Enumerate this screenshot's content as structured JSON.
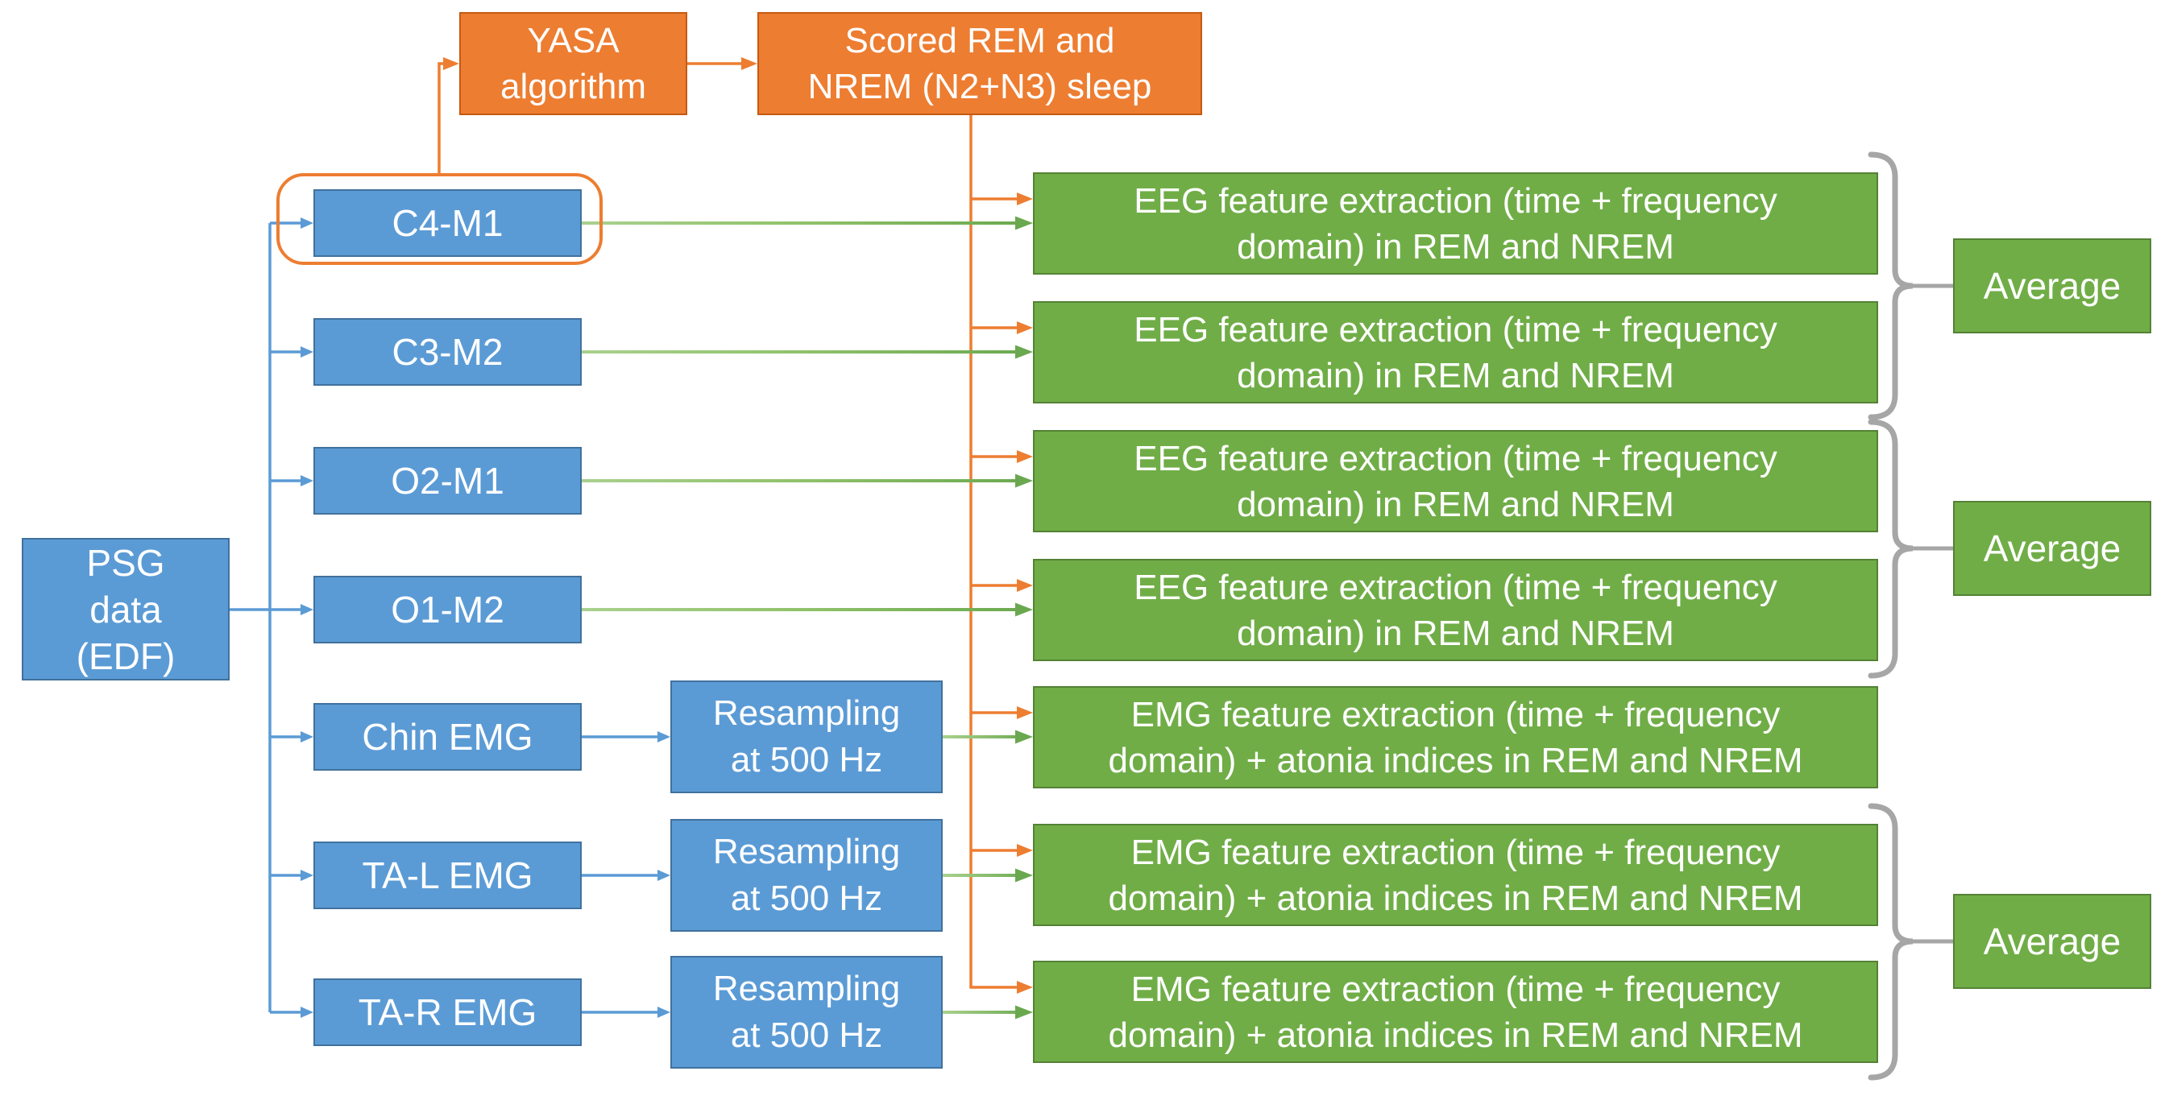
{
  "colors": {
    "blue_fill": "#5B9BD5",
    "blue_border": "#41719C",
    "orange_fill": "#ED7D31",
    "orange_border": "#C55A11",
    "green_fill": "#70AD47",
    "green_border": "#548235",
    "green_arrow_light": "#A9D18E",
    "green_arrow_dark": "#6AA84F",
    "brace_gray": "#A6A6A6"
  },
  "nodes": {
    "psg": {
      "text": "PSG data (EDF)",
      "lines": [
        "PSG",
        "data",
        "(EDF)"
      ]
    },
    "yasa": {
      "text": "YASA algorithm",
      "lines": [
        "YASA",
        "algorithm"
      ]
    },
    "scored": {
      "text": "Scored REM and NREM (N2+N3) sleep",
      "lines": [
        "Scored REM and",
        "NREM (N2+N3) sleep"
      ]
    }
  },
  "rows": [
    {
      "channel": "C4-M1",
      "signal": "EEG",
      "feature_lines": [
        "EEG feature extraction (time + frequency",
        "domain) in REM and NREM"
      ]
    },
    {
      "channel": "C3-M2",
      "signal": "EEG",
      "feature_lines": [
        "EEG feature extraction (time + frequency",
        "domain) in REM and NREM"
      ]
    },
    {
      "channel": "O2-M1",
      "signal": "EEG",
      "feature_lines": [
        "EEG feature extraction (time + frequency",
        "domain) in REM and NREM"
      ]
    },
    {
      "channel": "O1-M2",
      "signal": "EEG",
      "feature_lines": [
        "EEG feature extraction (time + frequency",
        "domain) in REM and NREM"
      ]
    },
    {
      "channel": "Chin EMG",
      "signal": "EMG",
      "resample_lines": [
        "Resampling",
        "at 500 Hz"
      ],
      "feature_lines": [
        "EMG feature extraction (time + frequency",
        "domain) + atonia indices in REM and NREM"
      ]
    },
    {
      "channel": "TA-L EMG",
      "signal": "EMG",
      "resample_lines": [
        "Resampling",
        "at 500 Hz"
      ],
      "feature_lines": [
        "EMG feature extraction (time + frequency",
        "domain) + atonia indices in REM and NREM"
      ]
    },
    {
      "channel": "TA-R EMG",
      "signal": "EMG",
      "resample_lines": [
        "Resampling",
        "at 500 Hz"
      ],
      "feature_lines": [
        "EMG feature extraction (time + frequency",
        "domain) + atonia indices in REM and NREM"
      ]
    }
  ],
  "averages": [
    {
      "label": "Average"
    },
    {
      "label": "Average"
    },
    {
      "label": "Average"
    }
  ]
}
